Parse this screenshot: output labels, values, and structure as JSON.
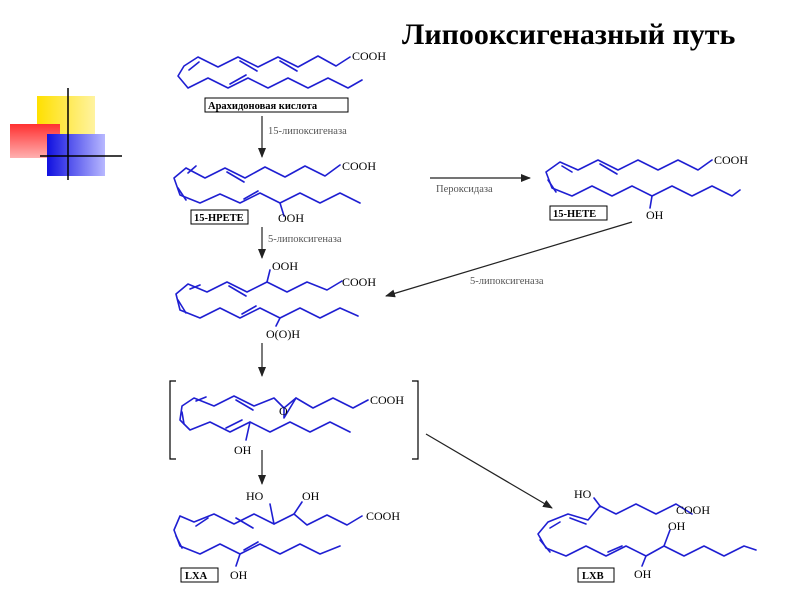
{
  "slide": {
    "title": "Липооксигеназный путь"
  },
  "compounds": {
    "arachidonic": {
      "name": "Арахидоновая кислота",
      "cooh": "COOH"
    },
    "hpete15": {
      "name": "15-HPETE",
      "cooh": "COOH",
      "ooh": "OOH"
    },
    "hete15": {
      "name": "15-HETE",
      "cooh": "COOH",
      "oh": "OH"
    },
    "intermediate": {
      "cooh": "COOH",
      "ooh": "OOH",
      "oooh": "O(O)H"
    },
    "epoxide": {
      "cooh": "COOH",
      "oh": "OH",
      "o": "O"
    },
    "lxa": {
      "name": "LXA",
      "cooh": "COOH",
      "ho": "HO",
      "oh1": "OH",
      "oh2": "OH"
    },
    "lxb": {
      "name": "LXB",
      "cooh": "COOH",
      "ho": "HO",
      "oh1": "OH",
      "oh2": "OH"
    }
  },
  "enzymes": {
    "lox15": "15-липоксигеназа",
    "lox5a": "5-липоксигеназа",
    "peroxidase": "Пероксидаза",
    "lox5b": "5-липоксигеназа"
  },
  "colors": {
    "structure": "#1f1fd2",
    "arrow": "#222222"
  }
}
